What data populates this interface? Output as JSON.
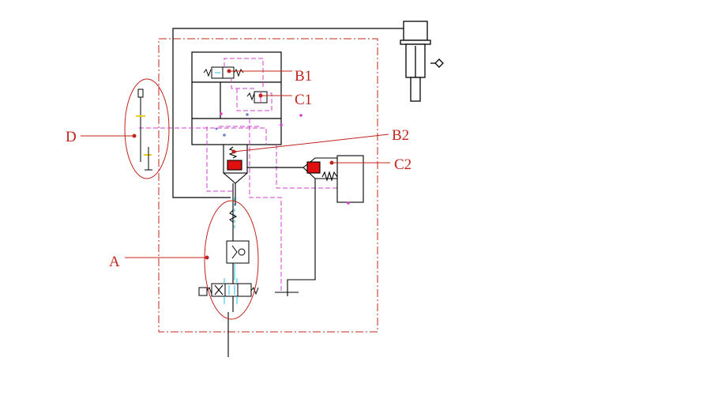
{
  "labels": {
    "b1": "B1",
    "c1": "C1",
    "b2": "B2",
    "c2": "C2",
    "d": "D",
    "a": "A"
  },
  "colors": {
    "boundary": "#c0241b",
    "pipe": "#000000",
    "pilot": "#d23fd2",
    "flow": "#22c6e8",
    "valve_fill": "#e01010",
    "tank": "#7080d0",
    "signal": "#e8d020"
  },
  "icons": [
    "cylinder-icon",
    "directional-valve-icon",
    "relief-valve-icon",
    "check-valve-icon",
    "spring-icon",
    "orifice-icon",
    "tank-icon"
  ]
}
